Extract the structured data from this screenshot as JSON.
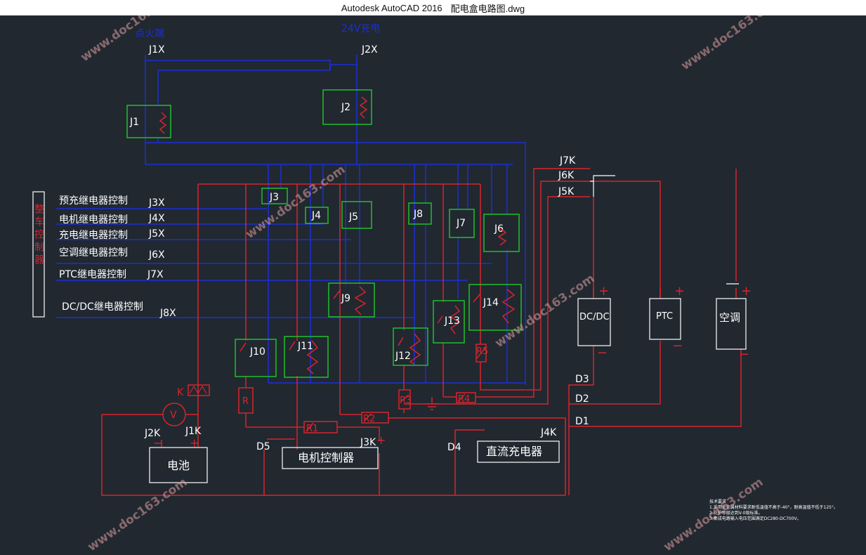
{
  "window": {
    "app_title": "Autodesk AutoCAD 2016",
    "file_name": "配电盒电路图.dwg"
  },
  "colors": {
    "background": "#212830",
    "blue_wire": "#1c2fd6",
    "red_wire": "#d8242c",
    "green_box": "#1fbf2a",
    "white": "#ffffff"
  },
  "top_labels": {
    "left_supply": "点火端",
    "right_supply": "24V充电",
    "j1x": "J1X",
    "j2x": "J2X"
  },
  "relays_top": {
    "j1": "J1",
    "j2": "J2"
  },
  "controller": {
    "label": "整车控制器"
  },
  "control_lines": [
    {
      "label": "预充继电器控制",
      "tag": "J3X"
    },
    {
      "label": "电机继电器控制",
      "tag": "J4X"
    },
    {
      "label": "充电继电器控制",
      "tag": "J5X"
    },
    {
      "label": "空调继电器控制",
      "tag": "J6X"
    },
    {
      "label": "PTC继电器控制",
      "tag": "J7X"
    },
    {
      "label": "DC/DC继电器控制",
      "tag": "J8X"
    }
  ],
  "coil_relays": {
    "j3": "J3",
    "j4": "J4",
    "j5": "J5",
    "j8": "J8",
    "j7": "J7",
    "j6": "J6"
  },
  "contact_relays": {
    "j9": "J9",
    "j14": "J14",
    "j13": "J13",
    "j10": "J10",
    "j11": "J11",
    "j12": "J12"
  },
  "resistors": {
    "r": "R",
    "r1": "R1",
    "r2": "R2",
    "r3": "R3",
    "r4": "R4",
    "r5": "R5"
  },
  "k_label": "K",
  "meter": "V",
  "loads": {
    "dcdc": "DC/DC",
    "ptc": "PTC",
    "ac": "空调"
  },
  "right_tags": {
    "j7k": "J7K",
    "j6k": "J6K",
    "j5k": "J5K",
    "d3": "D3",
    "d2": "D2",
    "d1": "D1",
    "j4k": "J4K",
    "d4": "D4"
  },
  "bottom_tags": {
    "j2k": "J2K",
    "j1k": "J1K",
    "d5": "D5",
    "j3k": "J3K"
  },
  "devices": {
    "battery": "电池",
    "motor_controller": "电机控制器",
    "dc_charger": "直流充电器"
  },
  "tech_notes": [
    "技术要求",
    "1.采用全金属材料要求耐低温值不高于-40°，耐高温值不低于125°。",
    "2.防护等级达到V-0级标准。",
    "3.集成电路输入电压范围满足DC280-DC700V。"
  ],
  "watermark": "www.doc163.com"
}
